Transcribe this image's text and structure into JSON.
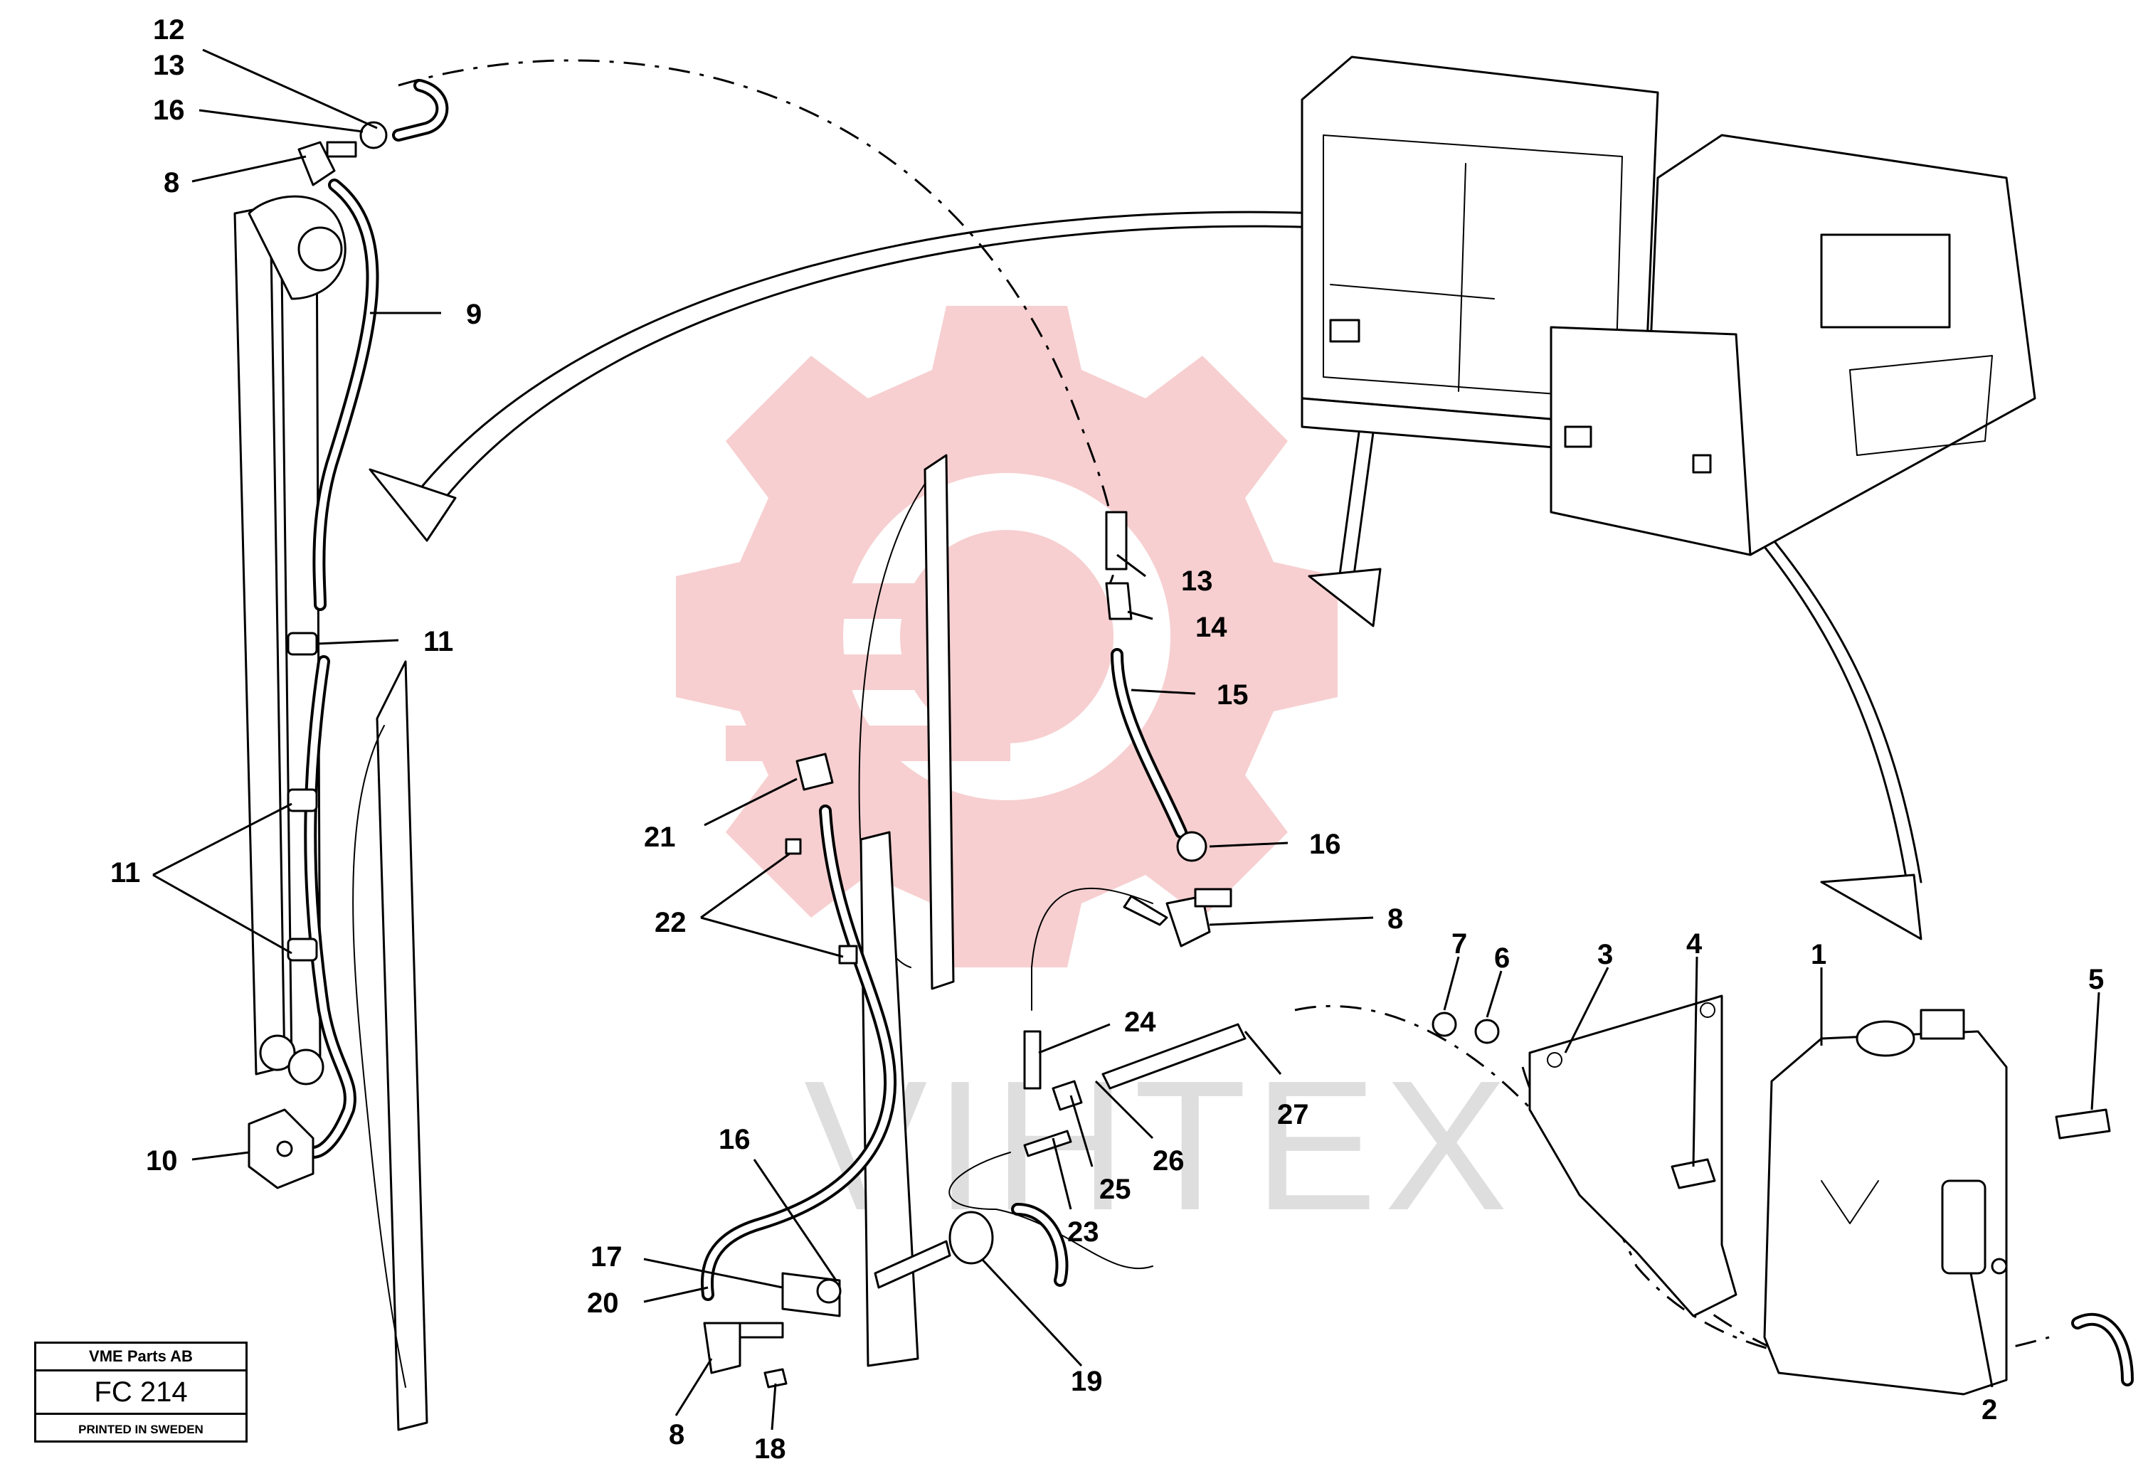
{
  "title_block": {
    "company": "VME Parts AB",
    "figure_code": "FC 214",
    "printed": "PRINTED IN SWEDEN"
  },
  "watermark": {
    "text": "VIHTEX",
    "color": "#f7cfd0"
  },
  "callouts": [
    {
      "id": "c12a",
      "text": "12"
    },
    {
      "id": "c13a",
      "text": "13"
    },
    {
      "id": "c16a",
      "text": "16"
    },
    {
      "id": "c8a",
      "text": "8"
    },
    {
      "id": "c9",
      "text": "9"
    },
    {
      "id": "c11a",
      "text": "11"
    },
    {
      "id": "c11b",
      "text": "11"
    },
    {
      "id": "c10",
      "text": "10"
    },
    {
      "id": "c13b",
      "text": "13"
    },
    {
      "id": "c14",
      "text": "14"
    },
    {
      "id": "c15",
      "text": "15"
    },
    {
      "id": "c16b",
      "text": "16"
    },
    {
      "id": "c8b",
      "text": "8"
    },
    {
      "id": "c21",
      "text": "21"
    },
    {
      "id": "c22",
      "text": "22"
    },
    {
      "id": "c24",
      "text": "24"
    },
    {
      "id": "c27",
      "text": "27"
    },
    {
      "id": "c26",
      "text": "26"
    },
    {
      "id": "c25",
      "text": "25"
    },
    {
      "id": "c23",
      "text": "23"
    },
    {
      "id": "c16c",
      "text": "16"
    },
    {
      "id": "c17",
      "text": "17"
    },
    {
      "id": "c20",
      "text": "20"
    },
    {
      "id": "c19",
      "text": "19"
    },
    {
      "id": "c8c",
      "text": "8"
    },
    {
      "id": "c18",
      "text": "18"
    },
    {
      "id": "c7",
      "text": "7"
    },
    {
      "id": "c6",
      "text": "6"
    },
    {
      "id": "c3",
      "text": "3"
    },
    {
      "id": "c4",
      "text": "4"
    },
    {
      "id": "c1",
      "text": "1"
    },
    {
      "id": "c5",
      "text": "5"
    },
    {
      "id": "c2",
      "text": "2"
    }
  ]
}
